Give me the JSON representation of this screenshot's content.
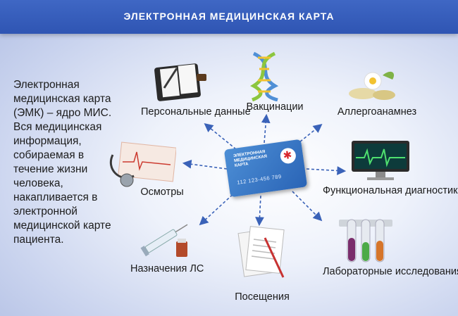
{
  "header": {
    "title": "ЭЛЕКТРОННАЯ МЕДИЦИНСКАЯ КАРТА"
  },
  "intro_text": "Электронная медицинская карта (ЭМК) – ядро МИС. Вся медицинская информация, собираемая в течение жизни человека, накапливается в электронной медицинской карте пациента.",
  "card": {
    "title": "ЭЛЕКТРОННАЯ МЕДИЦИНСКАЯ КАРТА",
    "number": "112 123-456 789"
  },
  "nodes": {
    "personal": {
      "label": "Персональные данные",
      "icon": "organizer-icon"
    },
    "vaccination": {
      "label": "Вакцинации",
      "icon": "dna-icon"
    },
    "allergy": {
      "label": "Аллергоанамнез",
      "icon": "chamomile-pills-icon"
    },
    "functional": {
      "label": "Функциональная диагностика",
      "icon": "monitor-ecg-icon"
    },
    "lab": {
      "label": "Лабораторные исследования",
      "icon": "test-tubes-icon"
    },
    "visits": {
      "label": "Посещения",
      "icon": "documents-icon"
    },
    "prescriptions": {
      "label": "Назначения ЛС",
      "icon": "syringe-icon"
    },
    "exams": {
      "label": "Осмотры",
      "icon": "stethoscope-ecg-icon"
    }
  },
  "colors": {
    "header": "#3a60bf",
    "arrow": "#3a62b8",
    "card": "#3a78c8"
  }
}
